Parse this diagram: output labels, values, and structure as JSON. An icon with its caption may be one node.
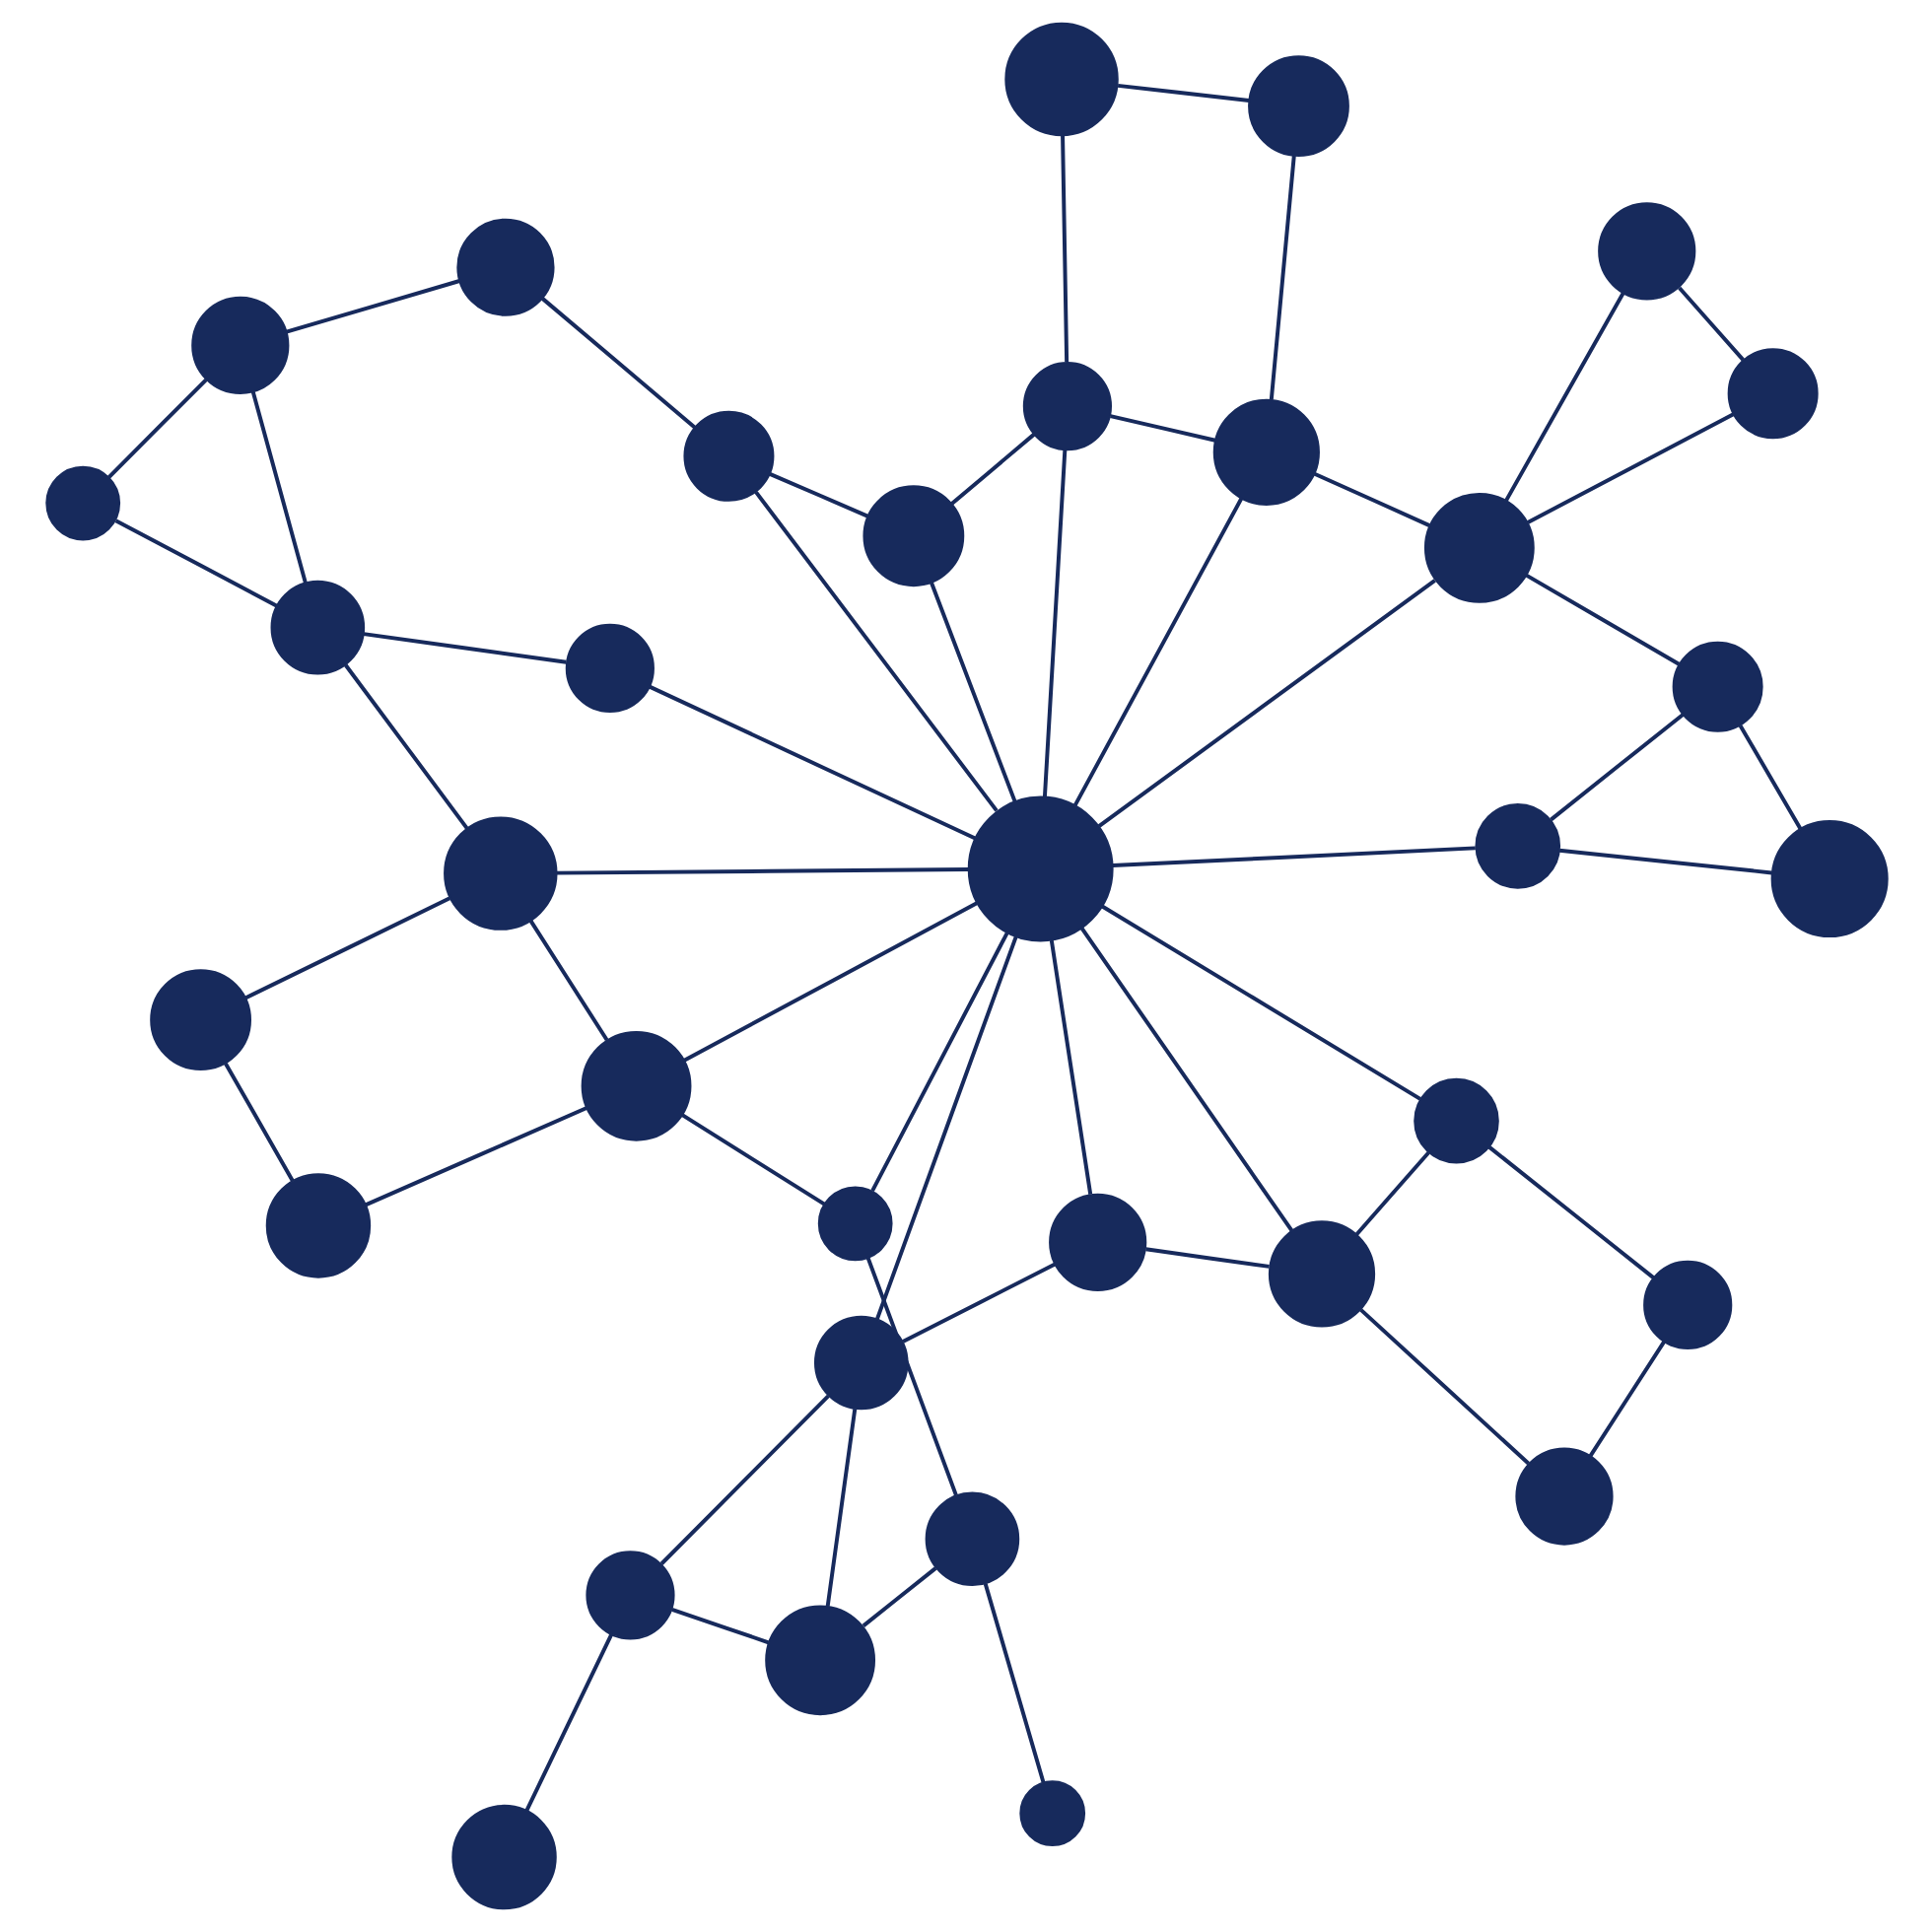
{
  "diagram": {
    "nodes": [
      {
        "text": [],
        "shape": "circle"
      },
      {
        "text": [],
        "shape": "circle"
      },
      {
        "text": [],
        "shape": "circle"
      },
      {
        "text": [],
        "shape": "circle"
      },
      {
        "text": [],
        "shape": "circle"
      },
      {
        "text": [],
        "shape": "circle"
      },
      {
        "text": [],
        "shape": "circle"
      },
      {
        "text": [],
        "shape": "circle"
      },
      {
        "text": [],
        "shape": "circle"
      },
      {
        "text": [],
        "shape": "circle"
      },
      {
        "text": [],
        "shape": "circle"
      },
      {
        "text": [],
        "shape": "circle"
      },
      {
        "text": [],
        "shape": "circle"
      },
      {
        "text": [],
        "shape": "circle"
      },
      {
        "text": [],
        "shape": "circle"
      },
      {
        "text": [],
        "shape": "circle"
      },
      {
        "text": [],
        "shape": "circle"
      },
      {
        "text": [],
        "shape": "circle"
      },
      {
        "text": [],
        "shape": "circle"
      },
      {
        "text": [],
        "shape": "circle"
      },
      {
        "text": [],
        "shape": "circle"
      },
      {
        "text": [],
        "shape": "circle"
      },
      {
        "text": [],
        "shape": "circle"
      },
      {
        "text": [],
        "shape": "circle"
      },
      {
        "text": [],
        "shape": "circle"
      },
      {
        "text": [],
        "shape": "circle"
      },
      {
        "text": [],
        "shape": "circle"
      },
      {
        "text": [],
        "shape": "circle"
      },
      {
        "text": [],
        "shape": "circle"
      },
      {
        "text": [],
        "shape": "circle"
      },
      {
        "text": [],
        "shape": "circle"
      },
      {
        "text": [],
        "shape": "circle"
      },
      {
        "text": [],
        "shape": "circle"
      },
      {
        "text": [],
        "shape": "circle"
      }
    ],
    "edges": [
      {
        "from": 0,
        "to": 3,
        "arrow": "none"
      },
      {
        "from": 3,
        "to": 2,
        "arrow": "none"
      },
      {
        "from": 3,
        "to": 10,
        "arrow": "none"
      },
      {
        "from": 2,
        "to": 10,
        "arrow": "none"
      },
      {
        "from": 2,
        "to": 6,
        "arrow": "none"
      },
      {
        "from": 6,
        "to": 12,
        "arrow": "none"
      },
      {
        "from": 6,
        "to": 9,
        "arrow": "none"
      },
      {
        "from": 1,
        "to": 4,
        "arrow": "none"
      },
      {
        "from": 1,
        "to": 7,
        "arrow": "none"
      },
      {
        "from": 4,
        "to": 11,
        "arrow": "none"
      },
      {
        "from": 5,
        "to": 7,
        "arrow": "none"
      },
      {
        "from": 7,
        "to": 11,
        "arrow": "none"
      },
      {
        "from": 5,
        "to": 17,
        "arrow": "none"
      },
      {
        "from": 5,
        "to": 10,
        "arrow": "none"
      },
      {
        "from": 7,
        "to": 17,
        "arrow": "none"
      },
      {
        "from": 11,
        "to": 17,
        "arrow": "none"
      },
      {
        "from": 10,
        "to": 17,
        "arrow": "none"
      },
      {
        "from": 9,
        "to": 17,
        "arrow": "none"
      },
      {
        "from": 9,
        "to": 16,
        "arrow": "none"
      },
      {
        "from": 8,
        "to": 13,
        "arrow": "none"
      },
      {
        "from": 8,
        "to": 15,
        "arrow": "none"
      },
      {
        "from": 15,
        "to": 13,
        "arrow": "none"
      },
      {
        "from": 13,
        "to": 17,
        "arrow": "none"
      },
      {
        "from": 15,
        "to": 19,
        "arrow": "none"
      },
      {
        "from": 18,
        "to": 19,
        "arrow": "none"
      },
      {
        "from": 19,
        "to": 17,
        "arrow": "none"
      },
      {
        "from": 16,
        "to": 17,
        "arrow": "none"
      },
      {
        "from": 16,
        "to": 14,
        "arrow": "none"
      },
      {
        "from": 14,
        "to": 22,
        "arrow": "none"
      },
      {
        "from": 20,
        "to": 22,
        "arrow": "none"
      },
      {
        "from": 16,
        "to": 20,
        "arrow": "none"
      },
      {
        "from": 17,
        "to": 20,
        "arrow": "none"
      },
      {
        "from": 17,
        "to": 21,
        "arrow": "none"
      },
      {
        "from": 21,
        "to": 24,
        "arrow": "none"
      },
      {
        "from": 20,
        "to": 24,
        "arrow": "none"
      },
      {
        "from": 24,
        "to": 25,
        "arrow": "none"
      },
      {
        "from": 24,
        "to": 30,
        "arrow": "none"
      },
      {
        "from": 25,
        "to": 30,
        "arrow": "none"
      },
      {
        "from": 30,
        "to": 32,
        "arrow": "none"
      },
      {
        "from": 32,
        "to": 27,
        "arrow": "none"
      },
      {
        "from": 17,
        "to": 27,
        "arrow": "none"
      },
      {
        "from": 27,
        "to": 31,
        "arrow": "none"
      },
      {
        "from": 17,
        "to": 31,
        "arrow": "none"
      },
      {
        "from": 17,
        "to": 28,
        "arrow": "none"
      },
      {
        "from": 17,
        "to": 23,
        "arrow": "none"
      },
      {
        "from": 28,
        "to": 31,
        "arrow": "none"
      },
      {
        "from": 23,
        "to": 28,
        "arrow": "none"
      },
      {
        "from": 28,
        "to": 33,
        "arrow": "none"
      },
      {
        "from": 19,
        "to": 23,
        "arrow": "none"
      },
      {
        "from": 19,
        "to": 26,
        "arrow": "none"
      },
      {
        "from": 23,
        "to": 29,
        "arrow": "none"
      },
      {
        "from": 18,
        "to": 26,
        "arrow": "none"
      },
      {
        "from": 29,
        "to": 33,
        "arrow": "none"
      }
    ]
  }
}
